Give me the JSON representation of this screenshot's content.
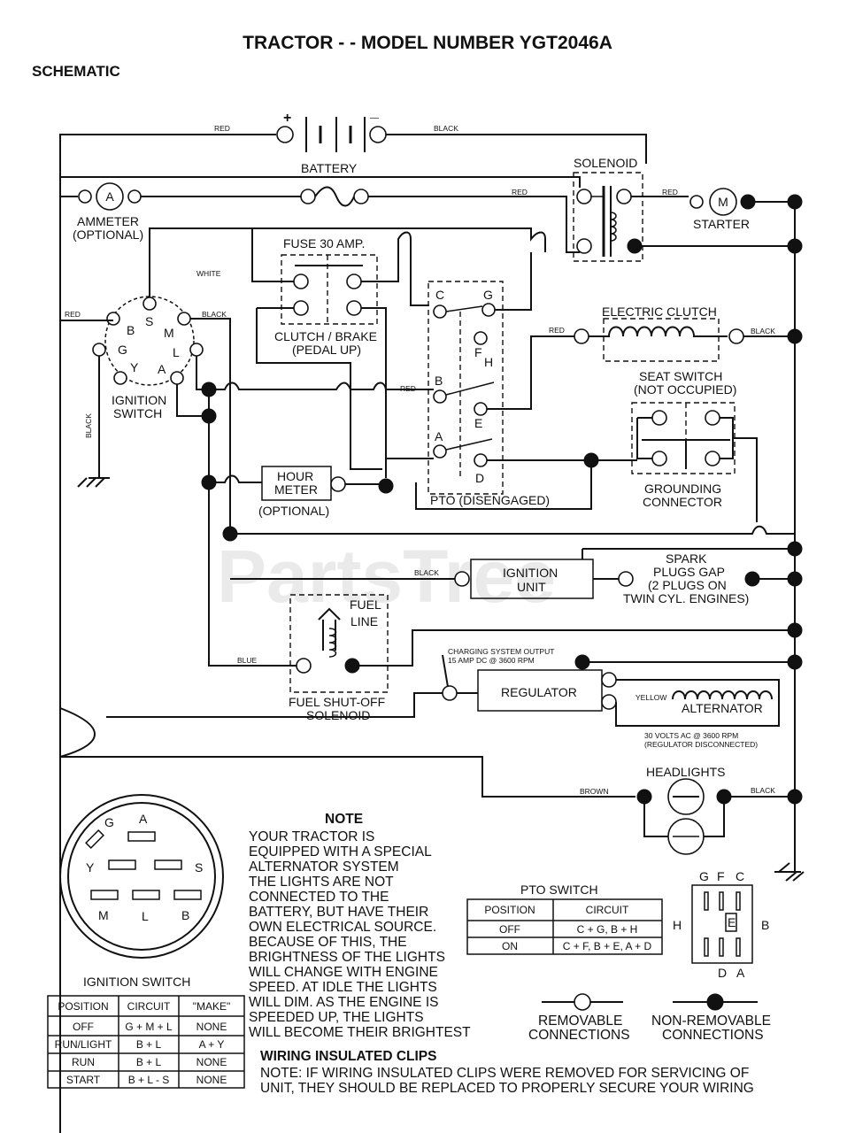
{
  "title": "TRACTOR - - MODEL NUMBER YGT2046A",
  "subtitle": "SCHEMATIC",
  "watermark": "PartsTree",
  "components": {
    "battery": "BATTERY",
    "battery_plus": "+",
    "battery_minus": "—",
    "solenoid": "SOLENOID",
    "ammeter": "AMMETER",
    "ammeter_opt": "(OPTIONAL)",
    "ammeter_symbol": "A",
    "starter": "STARTER",
    "starter_symbol": "M",
    "fuse": "FUSE 30 AMP.",
    "clutch_brake": "CLUTCH / BRAKE",
    "pedal_up": "(PEDAL UP)",
    "electric_clutch": "ELECTRIC CLUTCH",
    "seat_switch": "SEAT SWITCH",
    "not_occupied": "(NOT OCCUPIED)",
    "ignition_switch": "IGNITION",
    "ignition_switch2": "SWITCH",
    "hour_meter": "HOUR",
    "hour_meter2": "METER",
    "hour_opt": "(OPTIONAL)",
    "grounding": "GROUNDING",
    "connector": "CONNECTOR",
    "pto": "PTO (DISENGAGED)",
    "ignition_unit": "IGNITION",
    "ignition_unit2": "UNIT",
    "spark1": "SPARK",
    "spark2": "PLUGS GAP",
    "spark3": "(2 PLUGS ON",
    "spark4": "TWIN CYL. ENGINES)",
    "fuel": "FUEL",
    "line": "LINE",
    "fuel_sol1": "FUEL SHUT-OFF",
    "fuel_sol2": "SOLENOID",
    "regulator": "REGULATOR",
    "alternator": "ALTERNATOR",
    "charging1": "CHARGING SYSTEM OUTPUT",
    "charging2": "15 AMP DC @ 3600 RPM",
    "volts1": "30 VOLTS AC @ 3600 RPM",
    "volts2": "(REGULATOR DISCONNECTED)",
    "headlights": "HEADLIGHTS"
  },
  "wire_colors": {
    "red": "RED",
    "black": "BLACK",
    "white": "WHITE",
    "blue": "BLUE",
    "yellow": "YELLOW",
    "brown": "BROWN"
  },
  "terminals": {
    "s": "S",
    "m": "M",
    "b": "B",
    "l": "L",
    "g": "G",
    "y": "Y",
    "a": "A",
    "pto_c": "C",
    "pto_g": "G",
    "pto_f": "F",
    "pto_h": "H",
    "pto_b": "B",
    "pto_e": "E",
    "pto_a": "A",
    "pto_d": "D"
  },
  "note": {
    "heading": "NOTE",
    "lines": [
      "YOUR TRACTOR IS",
      "EQUIPPED WITH A SPECIAL",
      "ALTERNATOR SYSTEM",
      "THE LIGHTS ARE NOT",
      "CONNECTED TO THE",
      "BATTERY, BUT HAVE THEIR",
      "OWN ELECTRICAL SOURCE.",
      "BECAUSE OF THIS, THE",
      "BRIGHTNESS OF THE LIGHTS",
      "WILL CHANGE WITH ENGINE",
      "SPEED.  AT IDLE THE LIGHTS",
      "WILL DIM.  AS THE ENGINE IS",
      "SPEEDED UP, THE LIGHTS",
      "WILL BECOME THEIR BRIGHTEST"
    ]
  },
  "ignition_switch_table": {
    "caption": "IGNITION SWITCH",
    "headers": [
      "POSITION",
      "CIRCUIT",
      "\"MAKE\""
    ],
    "rows": [
      [
        "OFF",
        "G + M + L",
        "NONE"
      ],
      [
        "RUN/LIGHT",
        "B + L",
        "A + Y"
      ],
      [
        "RUN",
        "B + L",
        "NONE"
      ],
      [
        "START",
        "B + L - S",
        "NONE"
      ]
    ]
  },
  "pto_switch_table": {
    "caption": "PTO SWITCH",
    "headers": [
      "POSITION",
      "CIRCUIT"
    ],
    "rows": [
      [
        "OFF",
        "C + G, B + H"
      ],
      [
        "ON",
        "C + F, B + E, A + D"
      ]
    ]
  },
  "ign_face": {
    "a": "A",
    "g": "G",
    "y": "Y",
    "s": "S",
    "m": "M",
    "l": "L",
    "b": "B"
  },
  "pto_face": {
    "g": "G",
    "f": "F",
    "c": "C",
    "h": "H",
    "e": "E",
    "b": "B",
    "d": "D",
    "a": "A"
  },
  "legend": {
    "removable1": "REMOVABLE",
    "removable2": "CONNECTIONS",
    "nonremovable1": "NON-REMOVABLE",
    "nonremovable2": "CONNECTIONS"
  },
  "clips": {
    "heading": "WIRING INSULATED CLIPS",
    "line1": "NOTE: IF WIRING INSULATED CLIPS WERE REMOVED FOR SERVICING OF",
    "line2": "UNIT, THEY SHOULD BE REPLACED TO PROPERLY SECURE YOUR WIRING"
  }
}
